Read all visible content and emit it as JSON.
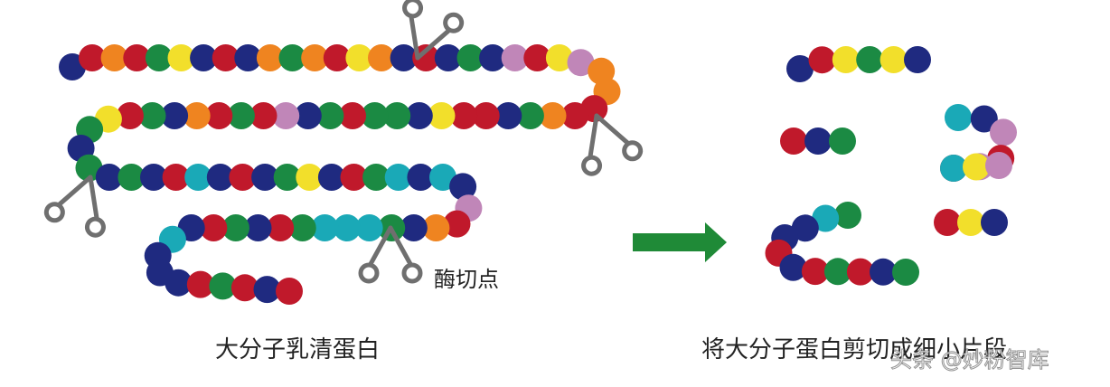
{
  "labels": {
    "left_caption": "大分子乳清蛋白",
    "right_caption": "将大分子蛋白剪切成细小片段",
    "cut_point": "酶切点"
  },
  "watermark": "头条 @妙粉智库",
  "colors": {
    "red": "#c0192b",
    "navy": "#1f2a80",
    "green": "#1b8a43",
    "yellow": "#f2df2b",
    "orange": "#ef8420",
    "teal": "#1aa9b7",
    "pink": "#c086b8",
    "olive": "#a8a457",
    "arrow": "#1f8a37",
    "scissors": "#6f6f6f"
  },
  "icons": [
    "scissors-icon",
    "arrow-right-icon"
  ],
  "long_chain_sequence": "NRORGYNRNOGORYONRNGNPRYPOORROGNRRYNGGRGNPRGRONGRYGNGNGNRTNRNGYNRGTNTNPRONGTTTGRNGRNTNNNRGRNR",
  "fragments": [
    "NRYGYN",
    "RNG",
    "TNPRPR",
    "TYP",
    "RYN",
    "GTNNRNRGRNG"
  ]
}
